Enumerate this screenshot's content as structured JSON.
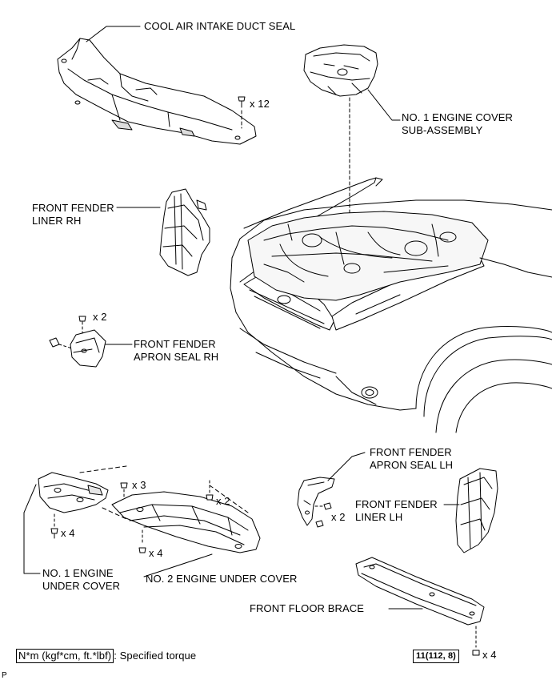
{
  "labels": {
    "cool_air_seal": "COOL AIR INTAKE DUCT SEAL",
    "engine_cover_l1": "NO. 1 ENGINE COVER",
    "engine_cover_l2": "SUB-ASSEMBLY",
    "fender_liner_rh_l1": "FRONT FENDER",
    "fender_liner_rh_l2": "LINER RH",
    "apron_seal_rh_l1": "FRONT FENDER",
    "apron_seal_rh_l2": "APRON SEAL RH",
    "apron_seal_lh_l1": "FRONT FENDER",
    "apron_seal_lh_l2": "APRON SEAL LH",
    "fender_liner_lh_l1": "FRONT FENDER",
    "fender_liner_lh_l2": "LINER LH",
    "under_cover_1_l1": "NO. 1 ENGINE",
    "under_cover_1_l2": "UNDER COVER",
    "under_cover_2": "NO. 2 ENGINE UNDER COVER",
    "floor_brace": "FRONT FLOOR BRACE"
  },
  "quantities": {
    "clip_x12": "x 12",
    "bolt_x2_rh": "x 2",
    "bolt_x3": "x 3",
    "bolt_x2_cover2": "x 2",
    "bolt_x4_cover1": "x 4",
    "bolt_x4_cover2": "x 4",
    "bolt_x2_lh": "x 2",
    "nut_x4_brace": "x 4"
  },
  "legend": {
    "unit": "N*m (kgf*cm, ft.*lbf)",
    "text": ": Specified torque"
  },
  "torque": "11(112, 8)",
  "corner_mark": "P"
}
